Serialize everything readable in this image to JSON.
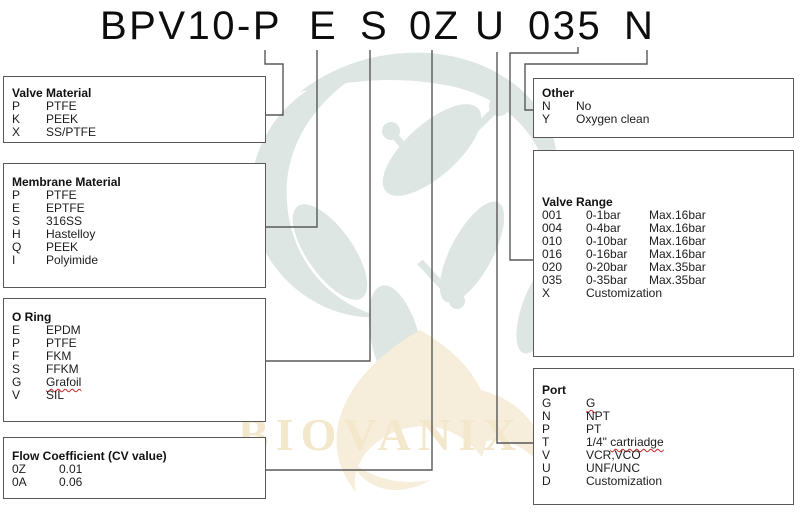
{
  "title": {
    "segments": [
      "BPV10-P",
      "E",
      "S",
      "0Z",
      "U",
      "035",
      "N"
    ]
  },
  "watermark": {
    "text": "BIOVANIX"
  },
  "colors": {
    "line": "#585858",
    "leaf_watermark": "#dde6e2",
    "cream_watermark": "#f6eedb",
    "misspell_underline": "#cc2222"
  },
  "boxes": {
    "valve_material": {
      "title": "Valve Material",
      "rows": [
        {
          "code": "P",
          "value": "PTFE"
        },
        {
          "code": "K",
          "value": "PEEK"
        },
        {
          "code": "X",
          "value": "SS/PTFE"
        }
      ]
    },
    "membrane_material": {
      "title": "Membrane Material",
      "rows": [
        {
          "code": "P",
          "value": "PTFE"
        },
        {
          "code": "E",
          "value": "EPTFE"
        },
        {
          "code": "S",
          "value": "316SS"
        },
        {
          "code": "H",
          "value": "Hastelloy"
        },
        {
          "code": "Q",
          "value": "PEEK"
        },
        {
          "code": "I",
          "value": "Polyimide"
        }
      ]
    },
    "o_ring": {
      "title": "O Ring",
      "rows": [
        {
          "code": "E",
          "value": "EPDM"
        },
        {
          "code": "P",
          "value": "PTFE"
        },
        {
          "code": "F",
          "value": "FKM"
        },
        {
          "code": "S",
          "value": "FFKM"
        },
        {
          "code": "G",
          "value": "Grafoil"
        },
        {
          "code": "V",
          "value": "SIL"
        }
      ]
    },
    "flow_coefficient": {
      "title": "Flow Coefficient (CV  value)",
      "rows": [
        {
          "code": "0Z",
          "value": "0.01"
        },
        {
          "code": "0A",
          "value": "0.06"
        }
      ]
    },
    "other": {
      "title": "Other",
      "rows": [
        {
          "code": "N",
          "value": "No"
        },
        {
          "code": "Y",
          "value": "Oxygen clean"
        }
      ]
    },
    "valve_range": {
      "title": "Valve Range",
      "rows": [
        {
          "code": "001",
          "range": "0-1bar",
          "max": "Max.16bar"
        },
        {
          "code": "004",
          "range": "0-4bar",
          "max": "Max.16bar"
        },
        {
          "code": "010",
          "range": "0-10bar",
          "max": "Max.16bar"
        },
        {
          "code": "016",
          "range": "0-16bar",
          "max": "Max.16bar"
        },
        {
          "code": "020",
          "range": "0-20bar",
          "max": "Max.35bar"
        },
        {
          "code": "035",
          "range": "0-35bar",
          "max": "Max.35bar"
        },
        {
          "code": "X",
          "range": "Customization",
          "max": ""
        }
      ]
    },
    "port": {
      "title": "Port",
      "rows": [
        {
          "code": "G",
          "value": "G"
        },
        {
          "code": "N",
          "value": "NPT"
        },
        {
          "code": "P",
          "value": "PT"
        },
        {
          "code": "T",
          "value": "1/4\" ",
          "value2": "cartriadge"
        },
        {
          "code": "V",
          "value": "VCR,VCO"
        },
        {
          "code": "U",
          "value": "UNF/UNC"
        },
        {
          "code": "D",
          "value": "Customization"
        }
      ]
    }
  }
}
